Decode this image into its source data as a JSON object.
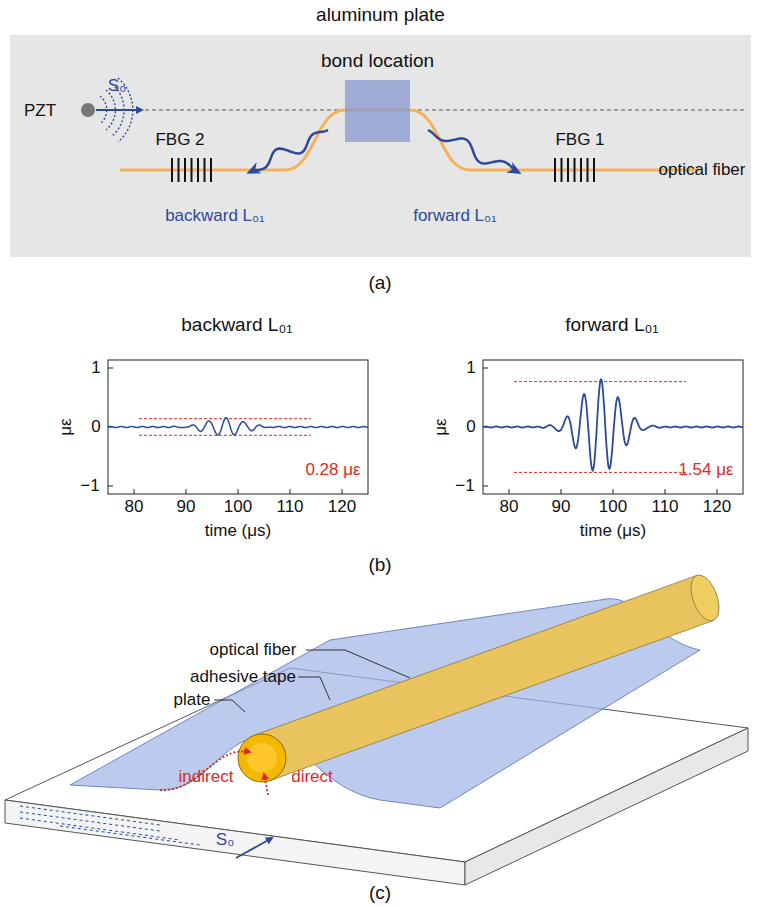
{
  "diagram": {
    "nodes": [
      {
        "text": [
          "aluminum plate"
        ]
      },
      {
        "text": [
          "bond location"
        ],
        "in": 0
      }
    ],
    "labels": [
      "PZT",
      "S₀",
      "FBG 2",
      "FBG 1",
      "backward L₀₁",
      "forward L₀₁",
      "optical fiber",
      "(a)",
      "backward L₀₁",
      "forward L₀₁",
      "1",
      "0",
      "−1",
      "με",
      "80",
      "90",
      "100",
      "110",
      "120",
      "time (μs)",
      "0.28 με",
      "1",
      "0",
      "−1",
      "με",
      "80",
      "90",
      "100",
      "110",
      "120",
      "time (μs)",
      "1.54 με",
      "(b)",
      "optical fiber",
      "adhesive tape",
      "plate",
      "indirect",
      "direct",
      "S₀",
      "(c)"
    ]
  }
}
